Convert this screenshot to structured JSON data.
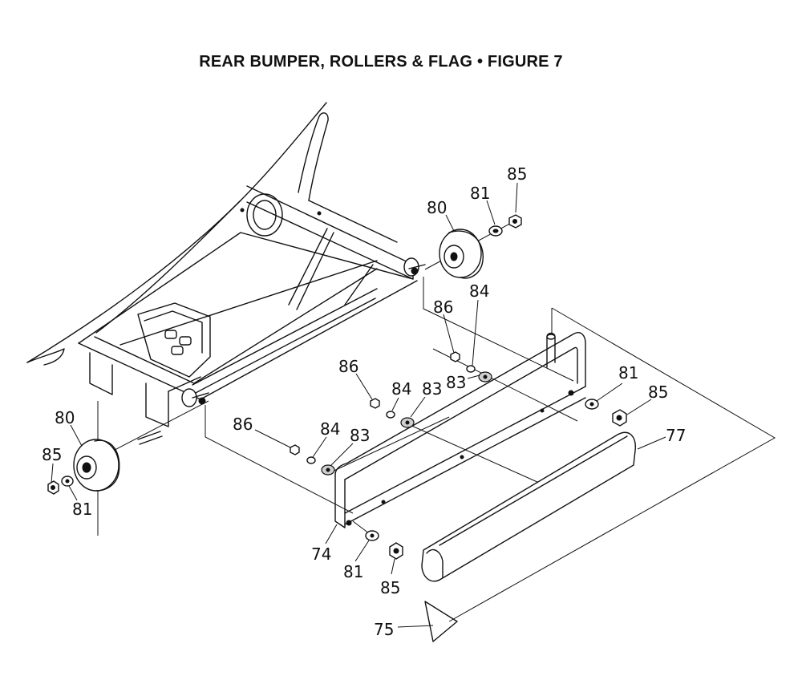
{
  "title": "REAR BUMPER, ROLLERS & FLAG  •  FIGURE 7",
  "callouts": {
    "c85_top": "85",
    "c81_top": "81",
    "c80_top": "80",
    "c86_upper": "86",
    "c84_upper": "84",
    "c83_upper": "83",
    "c86_mid": "86",
    "c84_mid": "84",
    "c83_mid": "83",
    "c81_right": "81",
    "c85_right": "85",
    "c86_low": "86",
    "c84_low": "84",
    "c83_low": "83",
    "c77": "77",
    "c80_left": "80",
    "c85_left": "85",
    "c81_left": "81",
    "c74": "74",
    "c81_bottom": "81",
    "c85_bottom": "85",
    "c75": "75"
  }
}
